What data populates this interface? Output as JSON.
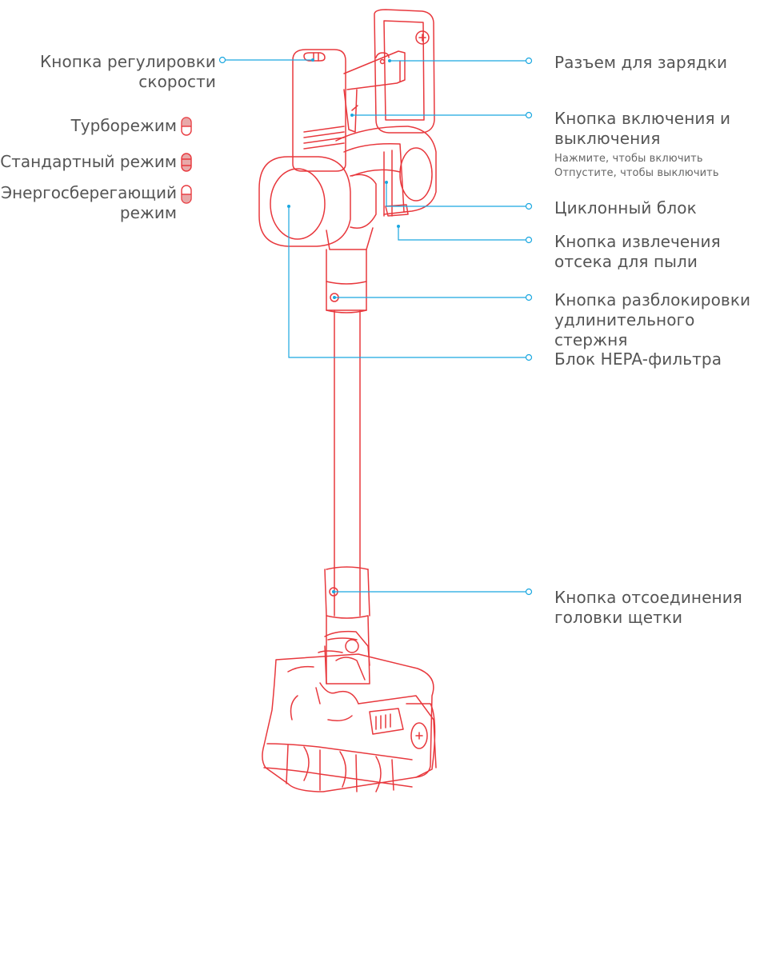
{
  "labels": {
    "speed_button": [
      "Кнопка регулировки",
      "скорости"
    ],
    "charging_port": "Разъем для зарядки",
    "power_button": [
      "Кнопка включения и",
      "выключения"
    ],
    "power_hint": [
      "Нажмите, чтобы включить",
      "Отпустите, чтобы выключить"
    ],
    "cyclone": "Циклонный блок",
    "dust_release": [
      "Кнопка извлечения",
      "отсека для пыли"
    ],
    "tube_release": [
      "Кнопка разблокировки",
      "удлинительного стержня"
    ],
    "hepa": "Блок HEPA-фильтра",
    "brush_release": [
      "Кнопка отсоединения",
      "головки щетки"
    ]
  },
  "modes": [
    {
      "label": "Турборежим"
    },
    {
      "label": "Стандартный режим"
    },
    {
      "label": "Энергосберегающий",
      "label2": "режим"
    }
  ],
  "colors": {
    "outline": "#e8383d",
    "callout": "#1aa7e0",
    "text": "#555555",
    "mode_icon_fill": "#e8a9a9"
  }
}
